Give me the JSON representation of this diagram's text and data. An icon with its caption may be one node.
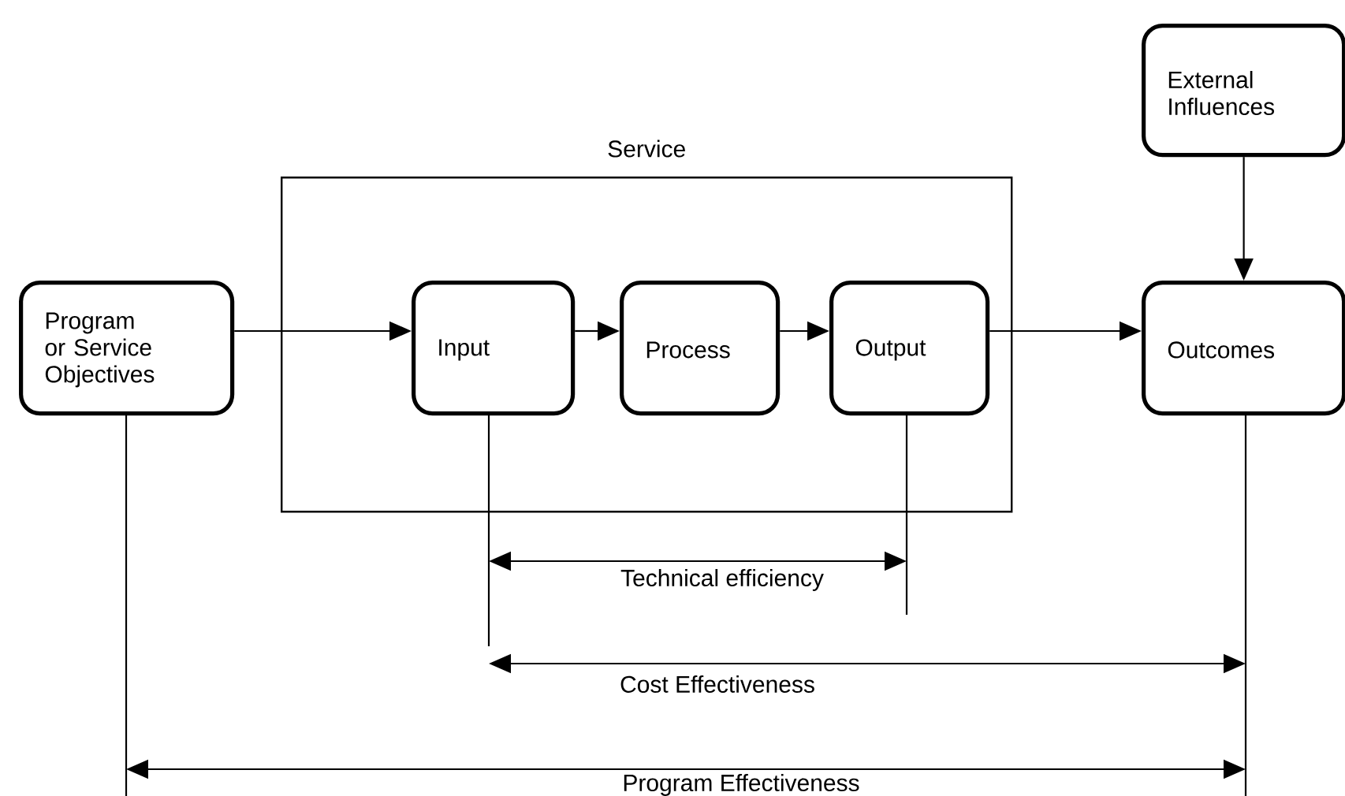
{
  "diagram": {
    "nodes": [
      {
        "text": [
          "Program or Service Objectives"
        ]
      },
      {
        "text": [
          "Service"
        ]
      },
      {
        "text": [
          "Input"
        ],
        "in": 1
      },
      {
        "text": [
          "Process"
        ],
        "in": 1
      },
      {
        "text": [
          "Output"
        ],
        "in": 1
      },
      {
        "text": [
          "External Influences"
        ]
      },
      {
        "text": [
          "Outcomes"
        ]
      }
    ],
    "edges": [
      {
        "from": 0,
        "to": 2,
        "arrow": "to"
      },
      {
        "from": 2,
        "to": 3,
        "arrow": "to"
      },
      {
        "from": 3,
        "to": 4,
        "arrow": "to"
      },
      {
        "from": 4,
        "to": 6,
        "arrow": "to"
      },
      {
        "from": 5,
        "to": 6,
        "arrow": "to"
      }
    ],
    "labels": [
      "Technical efficiency",
      "Cost Effectiveness",
      "Program Effectiveness"
    ]
  }
}
